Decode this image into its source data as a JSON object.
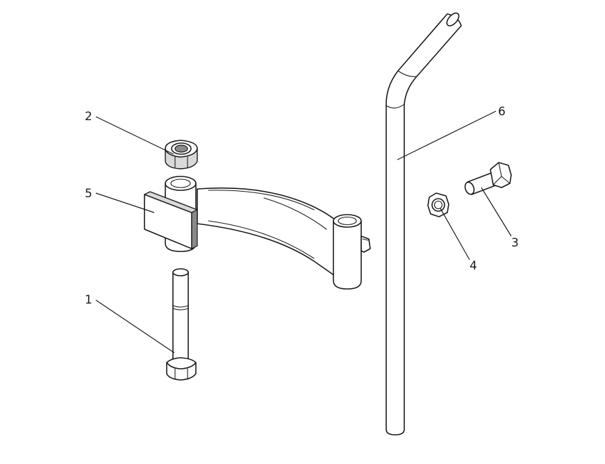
{
  "callouts": {
    "c1": "1",
    "c2": "2",
    "c3": "3",
    "c4": "4",
    "c5": "5",
    "c6": "6"
  },
  "colors": {
    "line": "#1a1a1a",
    "background": "#ffffff",
    "shade": "#d9d9d9"
  }
}
